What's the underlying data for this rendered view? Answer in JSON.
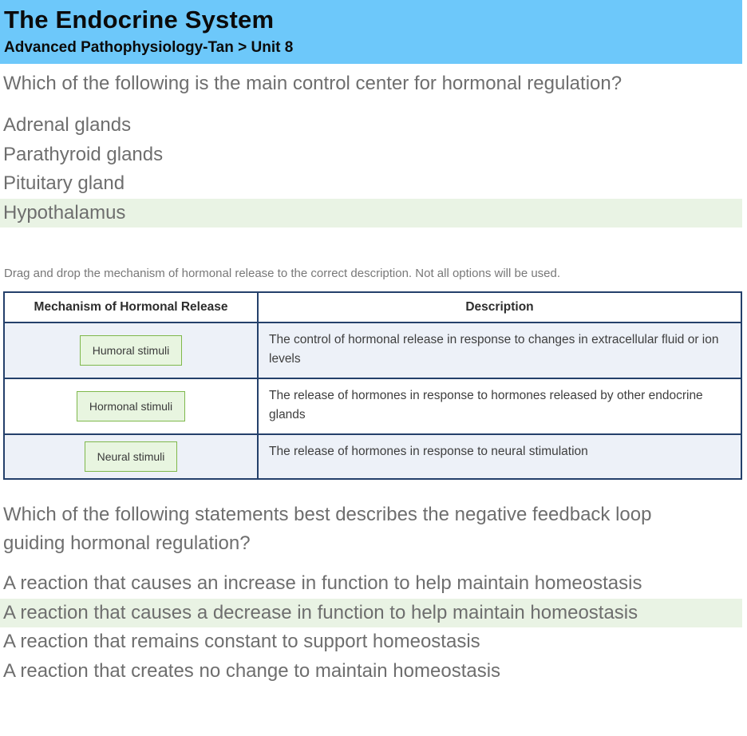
{
  "header": {
    "title": "The Endocrine System",
    "breadcrumb": "Advanced Pathophysiology-Tan > Unit 8"
  },
  "question1": {
    "text": "Which of the following is the main control center for hormonal regulation?",
    "options": [
      {
        "label": "Adrenal glands",
        "selected": false
      },
      {
        "label": "Parathyroid glands",
        "selected": false
      },
      {
        "label": "Pituitary gland",
        "selected": false
      },
      {
        "label": "Hypothalamus",
        "selected": true
      }
    ]
  },
  "drag_drop": {
    "instruction": "Drag and drop the mechanism of hormonal release to the correct description. Not all options will be used.",
    "table": {
      "headers": [
        "Mechanism of Hormonal Release",
        "Description"
      ],
      "rows": [
        {
          "chip": "Humoral stimuli",
          "description": "The control of hormonal release in response to changes in extracellular fluid or ion levels"
        },
        {
          "chip": "Hormonal stimuli",
          "description": "The release of hormones in response to hormones released by other endocrine glands"
        },
        {
          "chip": "Neural stimuli",
          "description": "The release of hormones in response to neural stimulation"
        }
      ]
    }
  },
  "question2": {
    "text": "Which of the following statements best describes the negative feedback loop guiding hormonal regulation?",
    "options": [
      {
        "label": "A reaction that causes an increase in function to help maintain homeostasis",
        "selected": false
      },
      {
        "label": "A reaction that causes a decrease in function to help maintain homeostasis",
        "selected": true
      },
      {
        "label": "A reaction that remains constant to support homeostasis",
        "selected": false
      },
      {
        "label": "A reaction that creates no change to maintain homeostasis",
        "selected": false
      }
    ]
  },
  "colors": {
    "header_bg": "#6dc8fa",
    "highlight_green": "#e9f3e4",
    "chip_bg": "#e8f5e0",
    "chip_border": "#7fb84c",
    "table_border": "#24406b",
    "table_row_alt_bg": "#edf1f8",
    "question_text": "#6e6e6e"
  }
}
